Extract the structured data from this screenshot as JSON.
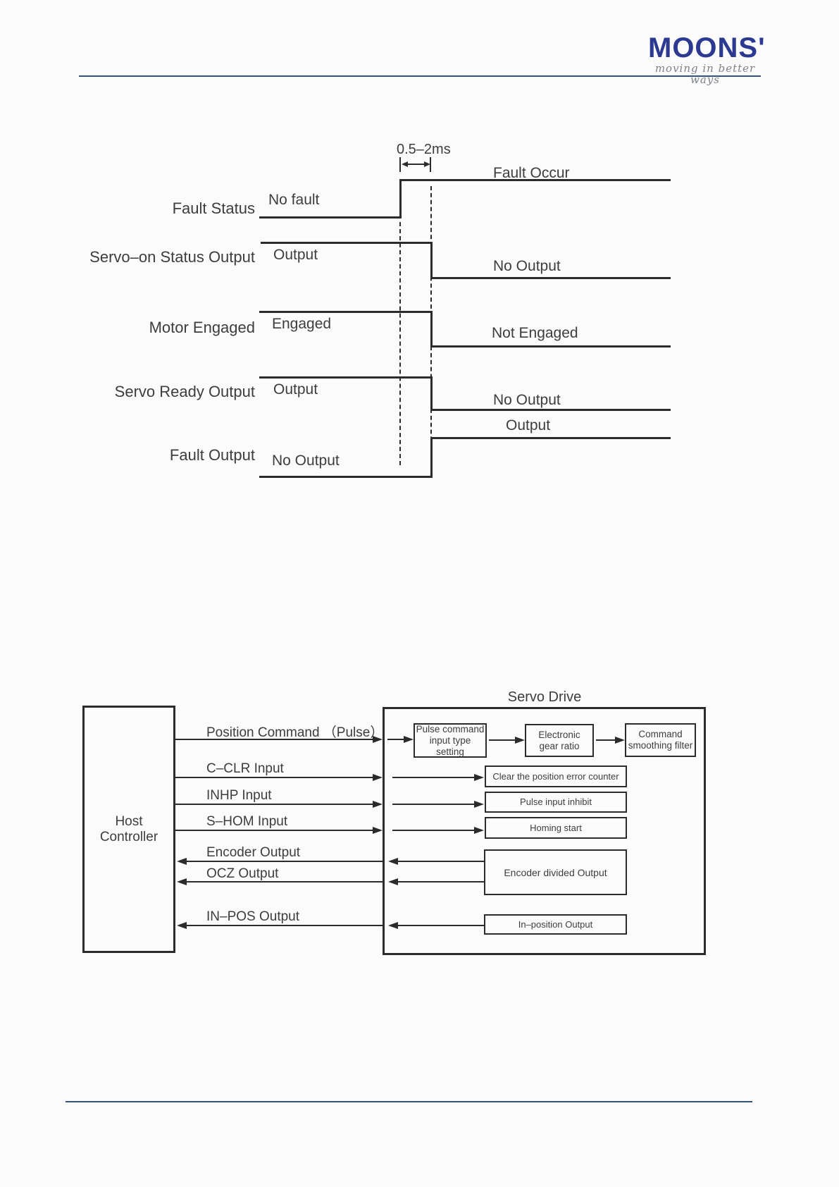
{
  "logo": {
    "brand": "MOONS'",
    "tagline": "moving in better ways"
  },
  "colors": {
    "brand_blue": "#2b3990",
    "rule_navy": "#33517b",
    "diagram_line": "#2b2b2b"
  },
  "timing": {
    "annotation": "0.5–2ms",
    "rows": [
      {
        "label": "Fault Status",
        "left_state": "No fault",
        "right_state": "Fault Occur",
        "transition": "rise"
      },
      {
        "label": "Servo–on Status Output",
        "left_state": "Output",
        "right_state": "No Output",
        "transition": "fall"
      },
      {
        "label": "Motor Engaged",
        "left_state": "Engaged",
        "right_state": "Not Engaged",
        "transition": "fall"
      },
      {
        "label": "Servo Ready Output",
        "left_state": "Output",
        "right_state": "No Output",
        "transition": "fall"
      },
      {
        "label": "Fault Output",
        "left_state": "No Output",
        "right_state": "Output",
        "transition": "rise"
      }
    ]
  },
  "block": {
    "host_label": "Host Controller",
    "drive_title": "Servo Drive",
    "inputs": [
      {
        "label": "Position Command （Pulse）"
      },
      {
        "label": "C–CLR Input"
      },
      {
        "label": "INHP Input"
      },
      {
        "label": "S–HOM Input"
      }
    ],
    "outputs": [
      {
        "label": "Encoder Output"
      },
      {
        "label": "OCZ Output"
      },
      {
        "label": "IN–POS Output"
      }
    ],
    "pipeline": [
      {
        "line1": "Pulse command",
        "line2": "input type setting"
      },
      {
        "line1": "Electronic",
        "line2": "gear ratio"
      },
      {
        "line1": "Command",
        "line2": "smoothing filter"
      }
    ],
    "functions": [
      "Clear the position error counter",
      "Pulse input inhibit",
      "Homing start",
      "Encoder divided Output",
      "In–position Output"
    ]
  }
}
